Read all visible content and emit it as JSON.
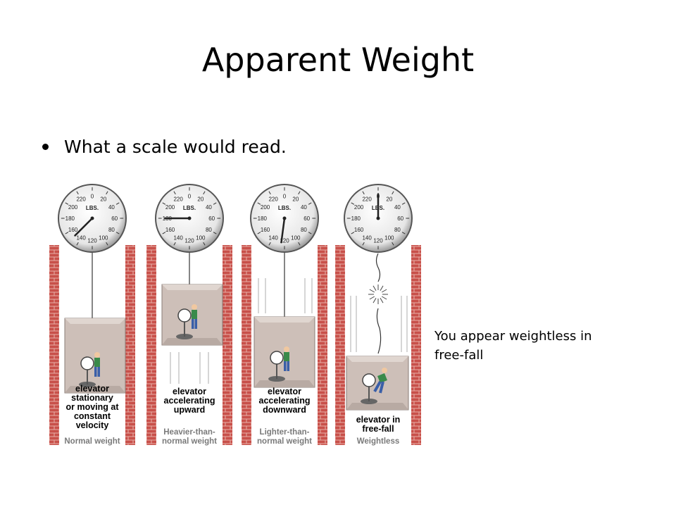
{
  "slide": {
    "title": "Apparent Weight",
    "bullet": "What a scale would read.",
    "note": "You appear weightless in free-fall"
  },
  "scale": {
    "unit": "LBS.",
    "ticks": [
      "0",
      "20",
      "40",
      "60",
      "80",
      "100",
      "120",
      "140",
      "160",
      "180",
      "200",
      "220"
    ]
  },
  "panels": [
    {
      "label": [
        "elevator",
        "stationary",
        "or moving at",
        "constant",
        "velocity"
      ],
      "sub": [
        "Normal weight"
      ],
      "reading_lbs": 150
    },
    {
      "label": [
        "elevator",
        "accelerating",
        "upward"
      ],
      "sub": [
        "Heavier-than-",
        "normal weight"
      ],
      "reading_lbs": 180
    },
    {
      "label": [
        "elevator",
        "accelerating",
        "downward"
      ],
      "sub": [
        "Lighter-than-",
        "normal weight"
      ],
      "reading_lbs": 125
    },
    {
      "label": [
        "elevator in",
        "free-fall"
      ],
      "sub": [
        "Weightless"
      ],
      "reading_lbs": 0
    }
  ],
  "colors": {
    "brick": "#c8504a",
    "mortar": "#e8b0a8",
    "car": "#cdbfb8",
    "worker_shirt": "#3a8a4a",
    "worker_pants": "#3a5fa8"
  }
}
